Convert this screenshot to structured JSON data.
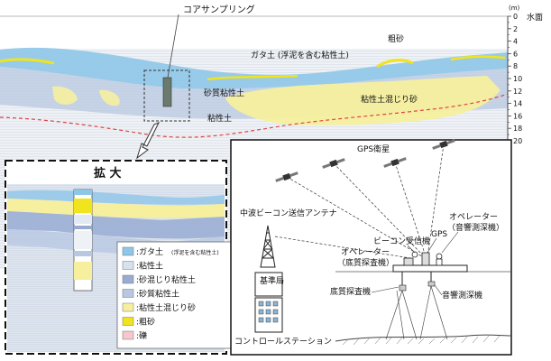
{
  "depth_axis": {
    "unit": "(m)",
    "surface_label": "水面",
    "ticks": [
      "0",
      "2",
      "4",
      "6",
      "8",
      "10",
      "12",
      "14",
      "16",
      "18",
      "20"
    ]
  },
  "section": {
    "core_label": "コアサンプリング",
    "layers": {
      "gatado": "ガタ土 (浮泥を含む粘性土)",
      "coarse_sand": "粗砂",
      "sandy_clay": "砂質粘性土",
      "clay_mixed_sand": "粘性土混じり砂",
      "clay": "粘性土"
    }
  },
  "zoom": {
    "label": "拡 大"
  },
  "legend": {
    "items": [
      {
        "label": ":ガタ土",
        "note": "(浮泥を含む粘性土)",
        "color": "#8ec6e8"
      },
      {
        "label": ":粘性土",
        "note": "",
        "color": "#d7e2ef"
      },
      {
        "label": ":砂混じり粘性土",
        "note": "",
        "color": "#98acd2"
      },
      {
        "label": ":砂質粘性土",
        "note": "",
        "color": "#b8c8e2"
      },
      {
        "label": ":粘性土混じり砂",
        "note": "",
        "color": "#f6ef9e"
      },
      {
        "label": ":粗砂",
        "note": "",
        "color": "#f0e41e"
      },
      {
        "label": ":礫",
        "note": "",
        "color": "#f4c8cc"
      }
    ]
  },
  "system": {
    "gps_satellite": "GPS衛星",
    "antenna": "中波ビーコン送信アンテナ",
    "beacon_receiver": "ビーコン受信機",
    "gps": "GPS",
    "operator_sonar": "オペレーター\n（音響測深機）",
    "operator_sonar_l1": "オペレーター",
    "operator_sonar_l2": "（音響測深機）",
    "operator_sampler_l1": "オペレーター",
    "operator_sampler_l2": "（底質探査機）",
    "base_station": "基準局",
    "sampler": "底質探査機",
    "sonar": "音響測深機",
    "control_station": "コントロールステーション"
  }
}
